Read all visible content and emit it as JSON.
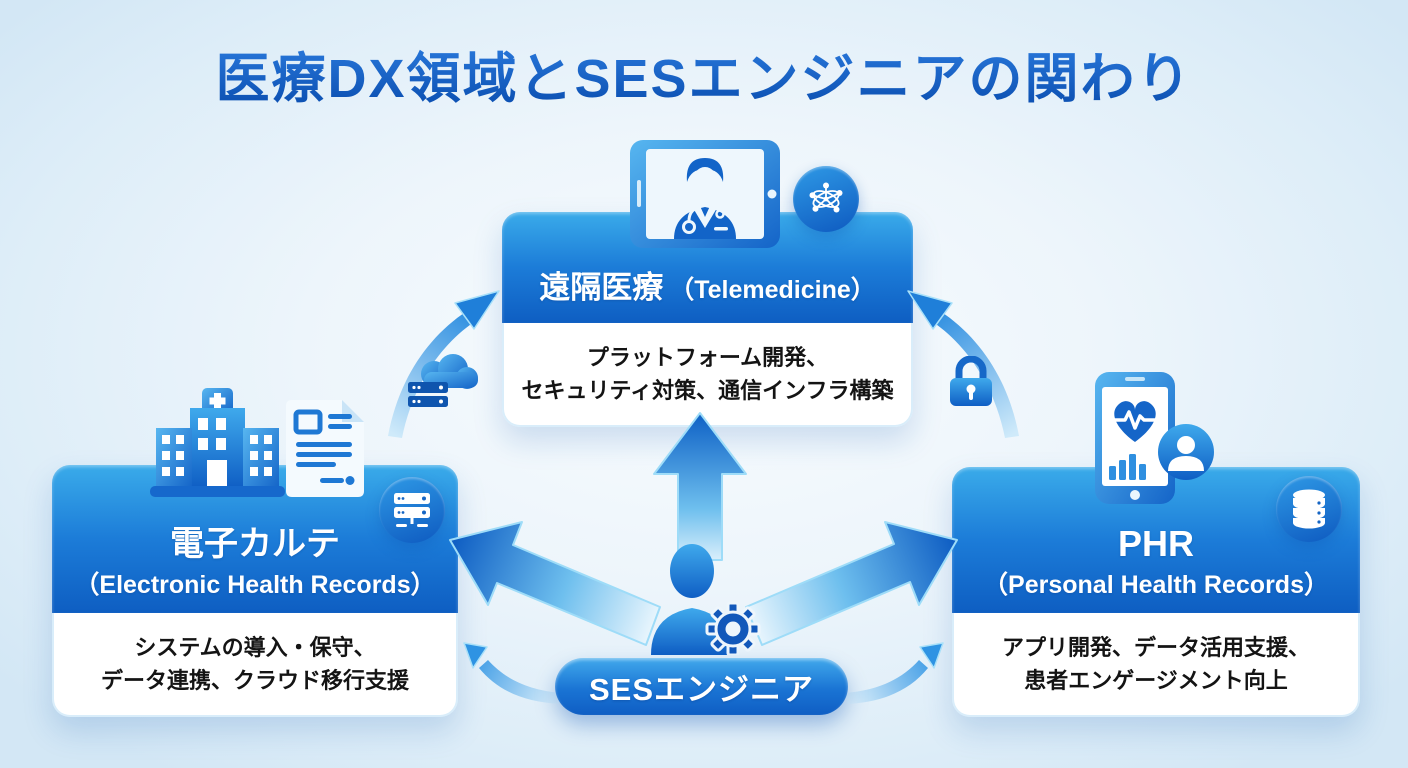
{
  "title": "医療DX領域とSESエンジニアの関わり",
  "center": {
    "label": "SESエンジニア"
  },
  "nodes": {
    "telemedicine": {
      "title_ja": "遠隔医療",
      "title_en": "（Telemedicine）",
      "body_line1": "プラットフォーム開発、",
      "body_line2": "セキュリティ対策、通信インフラ構築"
    },
    "ehr": {
      "title_ja": "電子カルテ",
      "title_en": "（Electronic Health Records）",
      "body_line1": "システムの導入・保守、",
      "body_line2": "データ連携、クラウド移行支援"
    },
    "phr": {
      "title_ja": "PHR",
      "title_en": "（Personal Health Records）",
      "body_line1": "アプリ開発、データ活用支援、",
      "body_line2": "患者エンゲージメント向上"
    }
  },
  "icons": {
    "telemedicine_main": "tablet-doctor-icon",
    "telemedicine_badge": "network-icon",
    "telemedicine_side": "cloud-server-icon",
    "phr_side": "lock-icon",
    "ehr_main": "hospital-icon",
    "ehr_secondary": "document-icon",
    "ehr_badge": "server-icon",
    "phr_main": "smartphone-health-icon",
    "phr_secondary": "person-circle-icon",
    "phr_badge": "database-icon",
    "center_icon": "engineer-gear-icon"
  },
  "colors": {
    "accent_dark": "#0e5ec2",
    "accent_mid": "#1c7cd8",
    "accent_light": "#3aabea",
    "arrow_dark": "#1467c8",
    "background": "#e3f0fa",
    "body_text": "#141414",
    "title_blue": "#145fc6"
  }
}
